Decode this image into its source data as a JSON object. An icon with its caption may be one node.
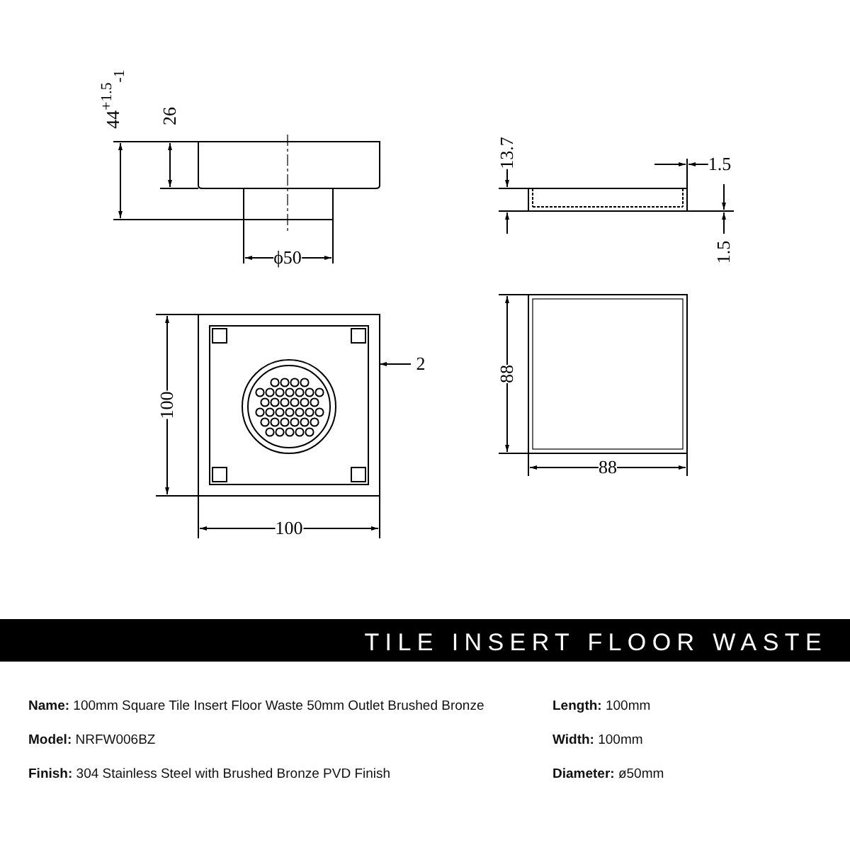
{
  "diagram": {
    "title": "TILE INSERT FLOOR WASTE",
    "labels": [
      "44$^{+1.5}$$_{-1}$",
      "26",
      "ϕ50",
      "13.7",
      "1.5",
      "1.5",
      "2",
      "100",
      "88",
      "100",
      "88",
      "**Name:** 100mm Square Tile Insert Floor Waste 50mm Outlet Brushed Bronze",
      "**Length:** 100mm",
      "**Model:** NRFW006BZ",
      "**Width:** 100mm",
      "**Finish:**  304 Stainless Steel with Brushed Bronze PVD Finish",
      "**Diameter:** ø50mm"
    ]
  }
}
